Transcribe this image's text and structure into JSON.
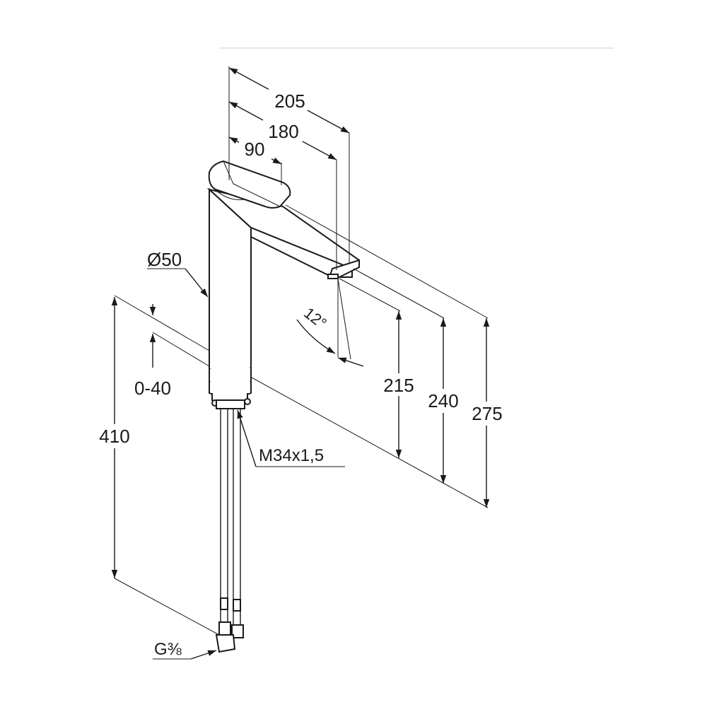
{
  "drawing": {
    "dimensions": {
      "d205": "205",
      "d180": "180",
      "d90": "90",
      "diameter": "Ø50",
      "angle": "12°",
      "d215": "215",
      "d240": "240",
      "d275": "275",
      "d410": "410",
      "range": "0-40",
      "thread": "M34x1,5",
      "connection": "G⅜"
    }
  }
}
